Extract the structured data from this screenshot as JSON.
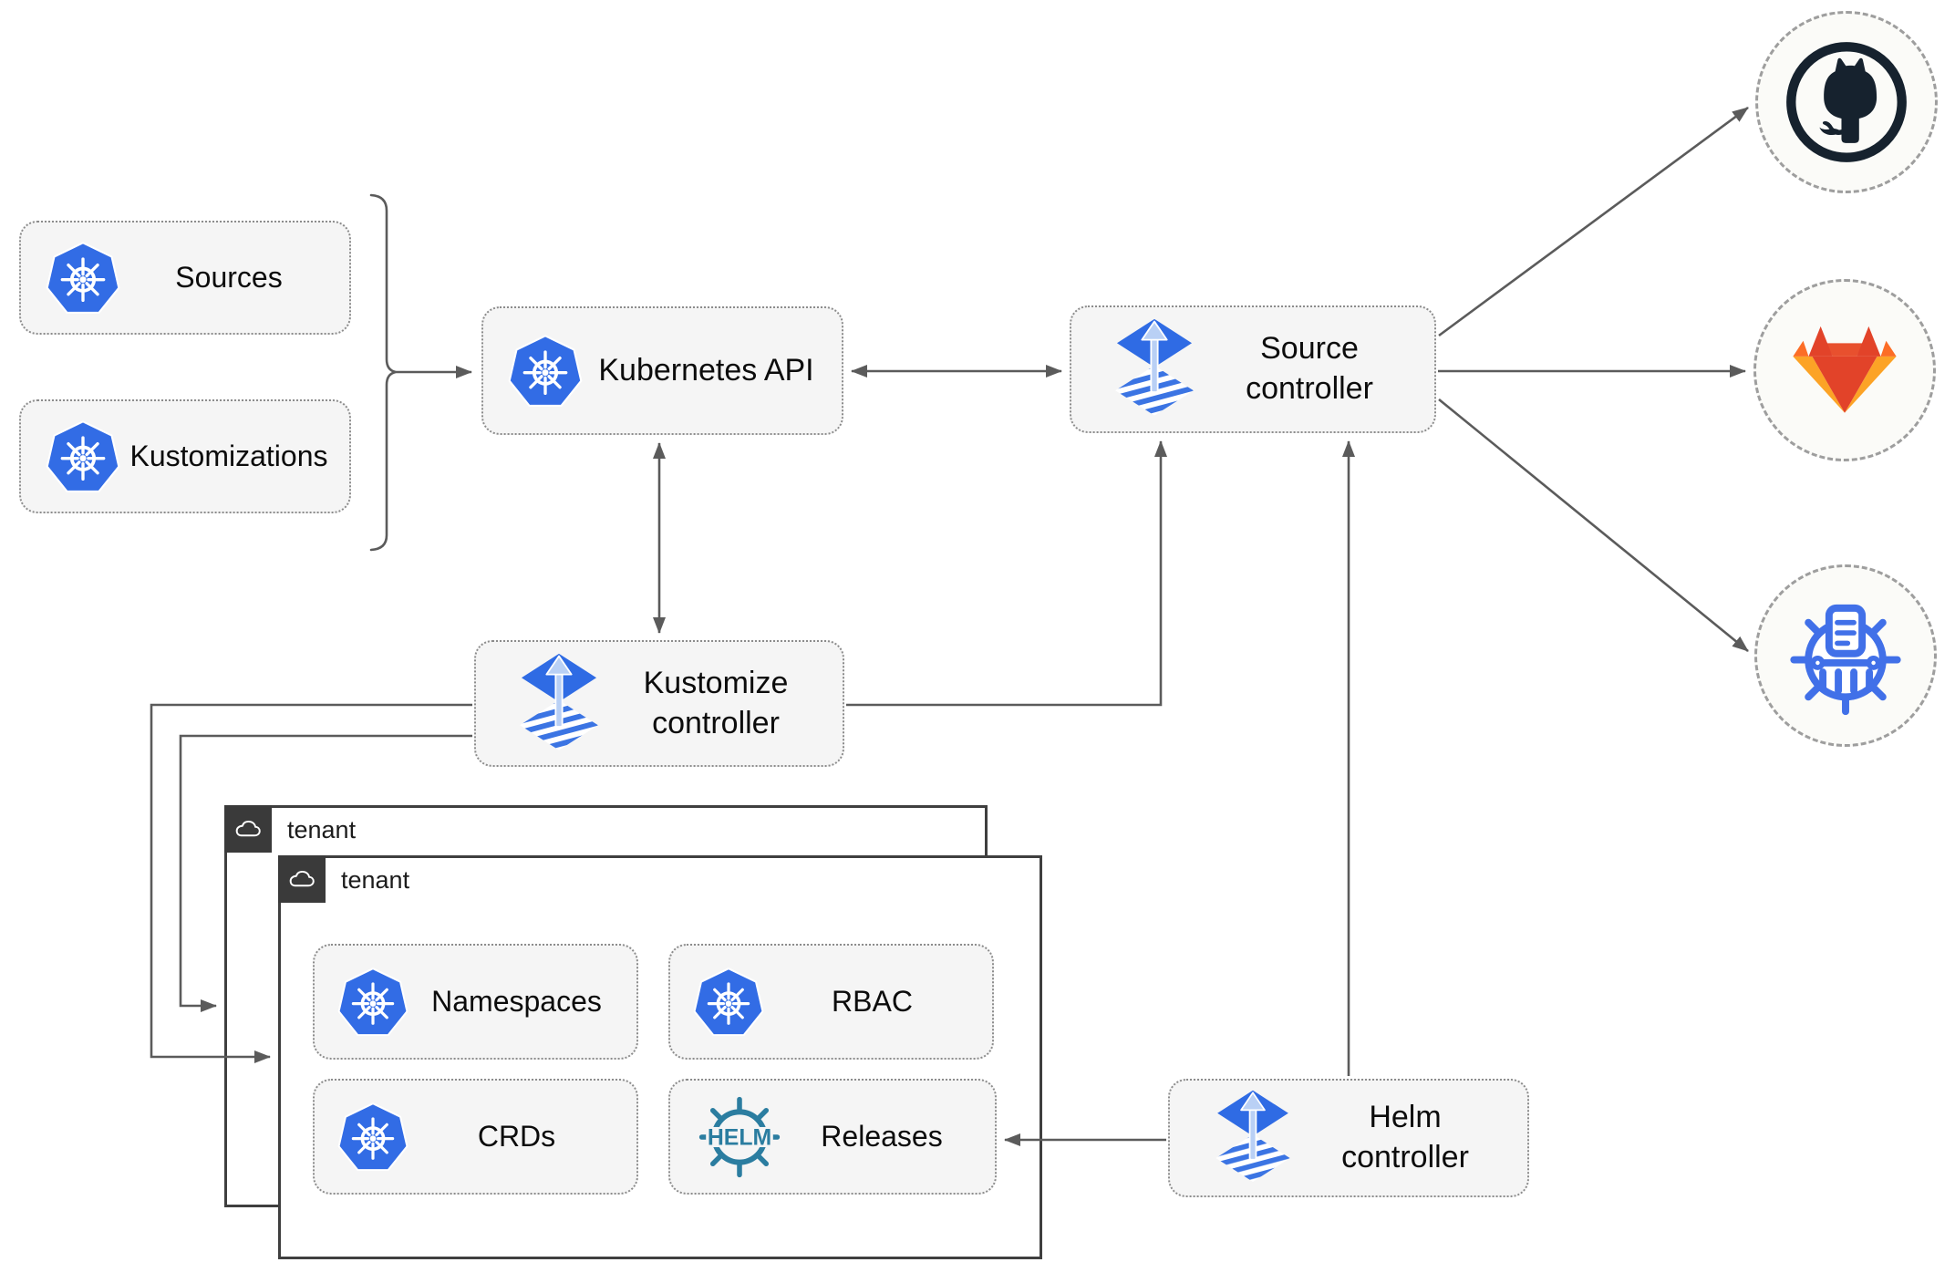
{
  "diagram": {
    "nodes": {
      "sources": "Sources",
      "kustomizations": "Kustomizations",
      "kubernetes_api": "Kubernetes API",
      "source_controller": "Source\ncontroller",
      "kustomize_controller": "Kustomize\ncontroller",
      "helm_controller": "Helm\ncontroller",
      "tenant_back": "tenant",
      "tenant_front": "tenant",
      "namespaces": "Namespaces",
      "rbac": "RBAC",
      "crds": "CRDs",
      "releases": "Releases"
    },
    "icons": {
      "helm_wordmark": "HELM",
      "github": "github-octocat-icon",
      "gitlab": "gitlab-tanuki-icon",
      "chartmuseum": "chartmuseum-icon",
      "kubernetes": "kubernetes-wheel-icon",
      "flux": "flux-icon",
      "cloud": "cloud-icon"
    },
    "colors": {
      "kubernetes_blue": "#326ce5",
      "flux_blue": "#2f6be4",
      "flux_arrow_light": "#b9d0f5",
      "helm_teal": "#2b7da0",
      "chartmuseum_blue": "#4170e8",
      "gitlab_orange_dark": "#e24329",
      "gitlab_orange_mid": "#fc6d26",
      "gitlab_orange_light": "#fca326",
      "github_dark": "#16222e",
      "wire_gray": "#5b5b5b",
      "node_fill": "#f5f5f5",
      "tenant_tab_dark": "#3a3a3a"
    }
  }
}
